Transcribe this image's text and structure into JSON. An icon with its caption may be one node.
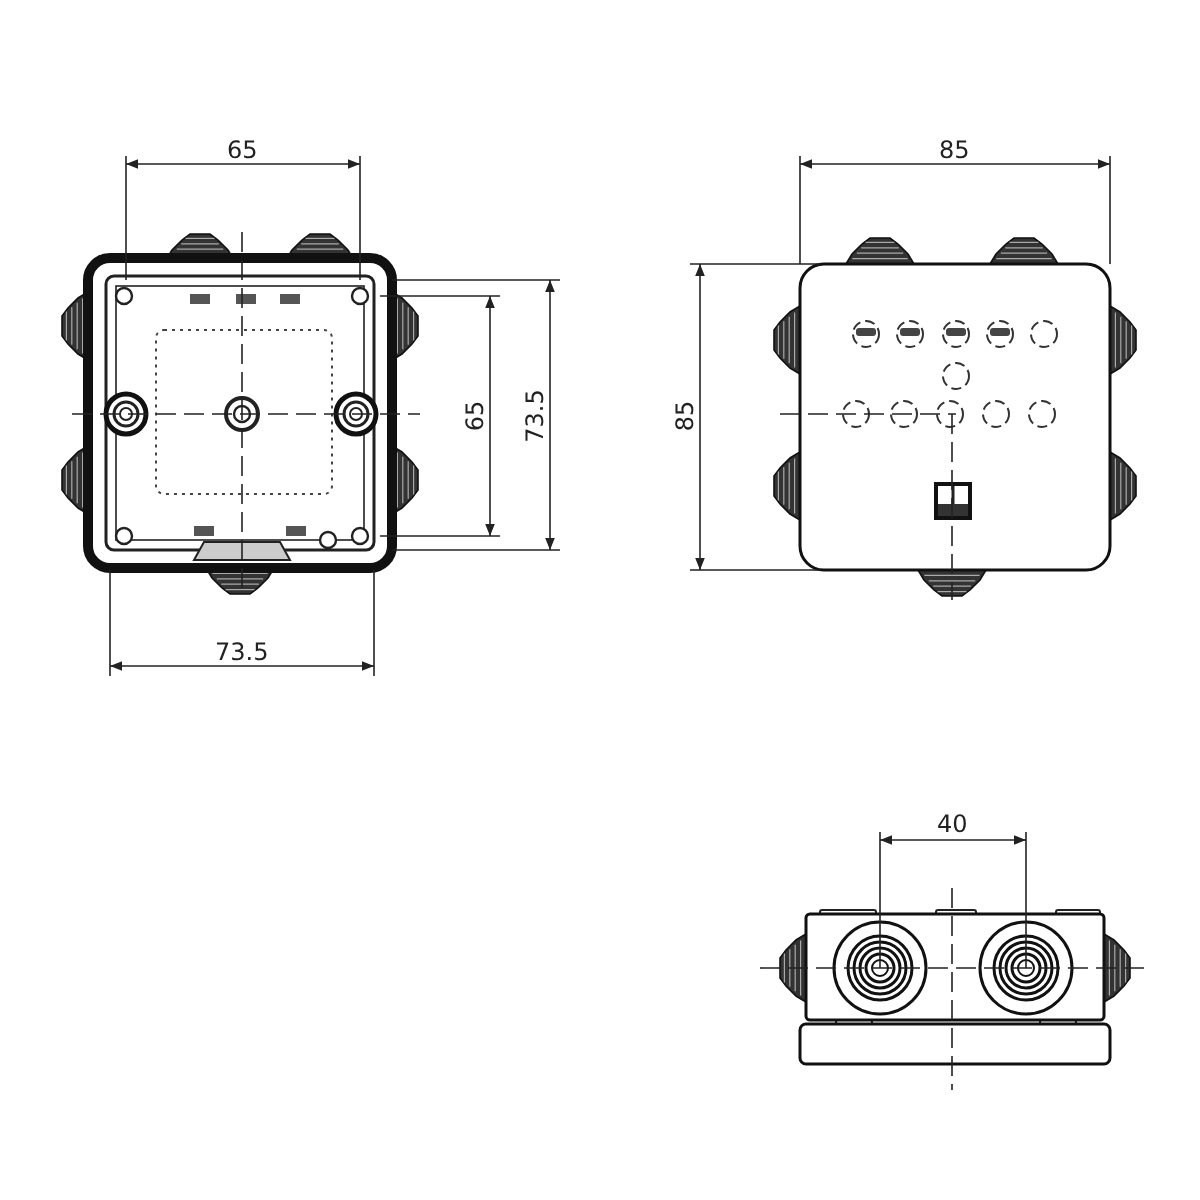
{
  "diagram": {
    "labels": [
      "65",
      "85",
      "65",
      "73.5",
      "85",
      "73.5",
      "40"
    ]
  }
}
